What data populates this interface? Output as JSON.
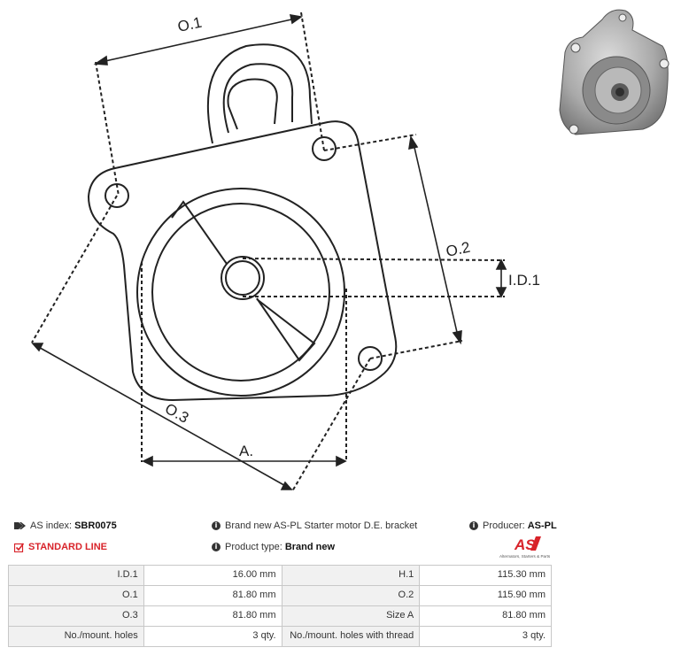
{
  "drawing": {
    "labels": {
      "o1": "O.1",
      "o2": "O.2",
      "o3": "O.3",
      "id1": "I.D.1",
      "a": "A."
    }
  },
  "photo": {
    "icon": "product-photo"
  },
  "info": {
    "index_label": "AS index:",
    "index_value": "SBR0075",
    "description": "Brand new AS-PL Starter motor D.E. bracket",
    "producer_label": "Producer:",
    "producer_value": "AS-PL",
    "standard_line": "STANDARD LINE",
    "product_type_label": "Product type:",
    "product_type_value": "Brand new",
    "logo_text": "AS",
    "logo_tagline": "Alternators, Starters & Parts",
    "accent_color": "#d8232a"
  },
  "specs": {
    "rows": [
      {
        "l1": "I.D.1",
        "v1": "16.00 mm",
        "l2": "H.1",
        "v2": "115.30 mm"
      },
      {
        "l1": "O.1",
        "v1": "81.80 mm",
        "l2": "O.2",
        "v2": "115.90 mm"
      },
      {
        "l1": "O.3",
        "v1": "81.80 mm",
        "l2": "Size A",
        "v2": "81.80 mm"
      },
      {
        "l1": "No./mount. holes",
        "v1": "3 qty.",
        "l2": "No./mount. holes with thread",
        "v2": "3 qty."
      }
    ]
  }
}
